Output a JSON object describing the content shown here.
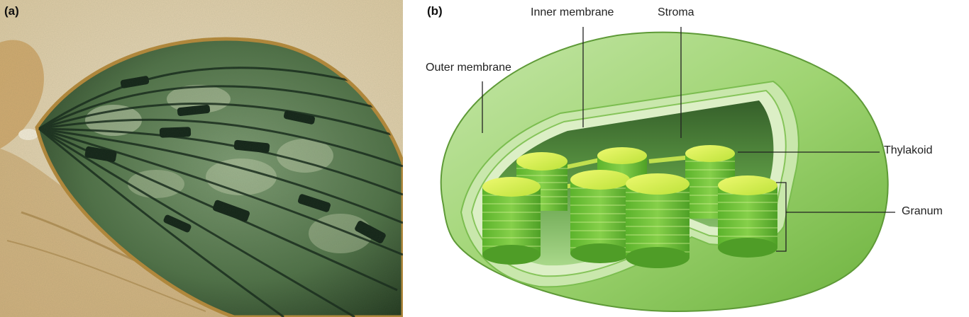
{
  "panel_a": {
    "tag": "(a)"
  },
  "panel_b": {
    "tag": "(b)",
    "labels": {
      "outer_membrane": "Outer membrane",
      "inner_membrane": "Inner membrane",
      "stroma": "Stroma",
      "thylakoid": "Thylakoid",
      "granum": "Granum"
    }
  },
  "colors": {
    "chloroplast_dark": "#1f3a1c",
    "chloroplast_mid": "#4f7a45",
    "cytoplasm_tan": "#c9a66b",
    "envelope_green": "#8ccf5a",
    "granum_green": "#6cc23a",
    "thylakoid_top": "#d8ef4a"
  }
}
